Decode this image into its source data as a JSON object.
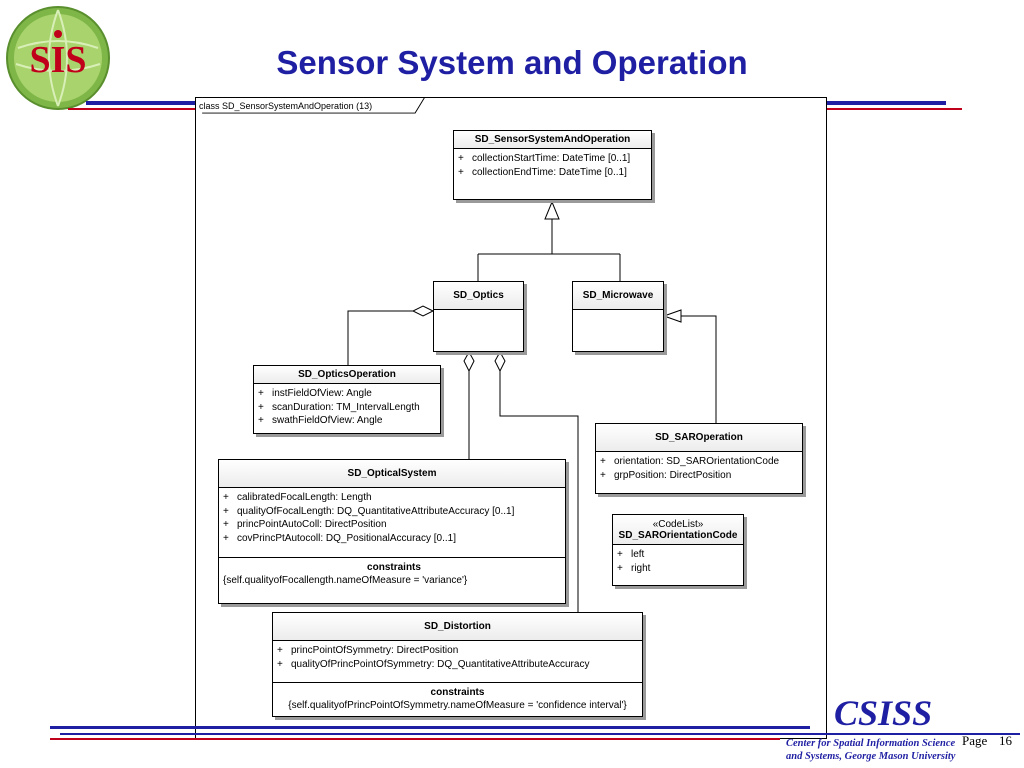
{
  "slide": {
    "title": "Sensor System and Operation",
    "page_label": "Page",
    "page_number": "16",
    "org_logo_text": "CSISS",
    "org_name_line1": "Center for Spatial Information Science",
    "org_name_line2": "and Systems, George Mason University",
    "sis_logo_text": "SIS"
  },
  "diagram": {
    "frame_label": "class SD_SensorSystemAndOperation (13)",
    "classes": {
      "sensor_system": {
        "name": "SD_SensorSystemAndOperation",
        "attributes": [
          {
            "vis": "+",
            "text": "collectionStartTime:  DateTime [0..1]"
          },
          {
            "vis": "+",
            "text": "collectionEndTime:  DateTime [0..1]"
          }
        ]
      },
      "optics": {
        "name": "SD_Optics"
      },
      "microwave": {
        "name": "SD_Microwave"
      },
      "optics_operation": {
        "name": "SD_OpticsOperation",
        "attributes": [
          {
            "vis": "+",
            "text": "instFieldOfView:  Angle"
          },
          {
            "vis": "+",
            "text": "scanDuration:  TM_IntervalLength"
          },
          {
            "vis": "+",
            "text": "swathFieldOfView:  Angle"
          }
        ]
      },
      "sar_operation": {
        "name": "SD_SAROperation",
        "attributes": [
          {
            "vis": "+",
            "text": "orientation:  SD_SAROrientationCode"
          },
          {
            "vis": "+",
            "text": "grpPosition:  DirectPosition"
          }
        ]
      },
      "optical_system": {
        "name": "SD_OpticalSystem",
        "attributes": [
          {
            "vis": "+",
            "text": "calibratedFocalLength:  Length"
          },
          {
            "vis": "+",
            "text": "qualityOfFocalLength:  DQ_QuantitativeAttributeAccuracy [0..1]"
          },
          {
            "vis": "+",
            "text": "princPointAutoColl:  DirectPosition"
          },
          {
            "vis": "+",
            "text": "covPrincPtAutocoll:  DQ_PositionalAccuracy [0..1]"
          }
        ],
        "constraints_title": "constraints",
        "constraint": "{self.qualityofFocallength.nameOfMeasure = 'variance'}"
      },
      "sar_orientation_code": {
        "stereotype": "«CodeList»",
        "name": "SD_SAROrientationCode",
        "attributes": [
          {
            "vis": "+",
            "text": "left"
          },
          {
            "vis": "+",
            "text": "right"
          }
        ]
      },
      "distortion": {
        "name": "SD_Distortion",
        "attributes": [
          {
            "vis": "+",
            "text": "princPointOfSymmetry:  DirectPosition"
          },
          {
            "vis": "+",
            "text": "qualityOfPrincPointOfSymmetry:  DQ_QuantitativeAttributeAccuracy"
          }
        ],
        "constraints_title": "constraints",
        "constraint": "{self.qualityofPrincPointOfSymmetry.nameOfMeasure = 'confidence interval'}"
      }
    }
  },
  "colors": {
    "title": "#1f1fa3",
    "rule_blue": "#1f1fa3",
    "rule_red": "#c0001a"
  }
}
